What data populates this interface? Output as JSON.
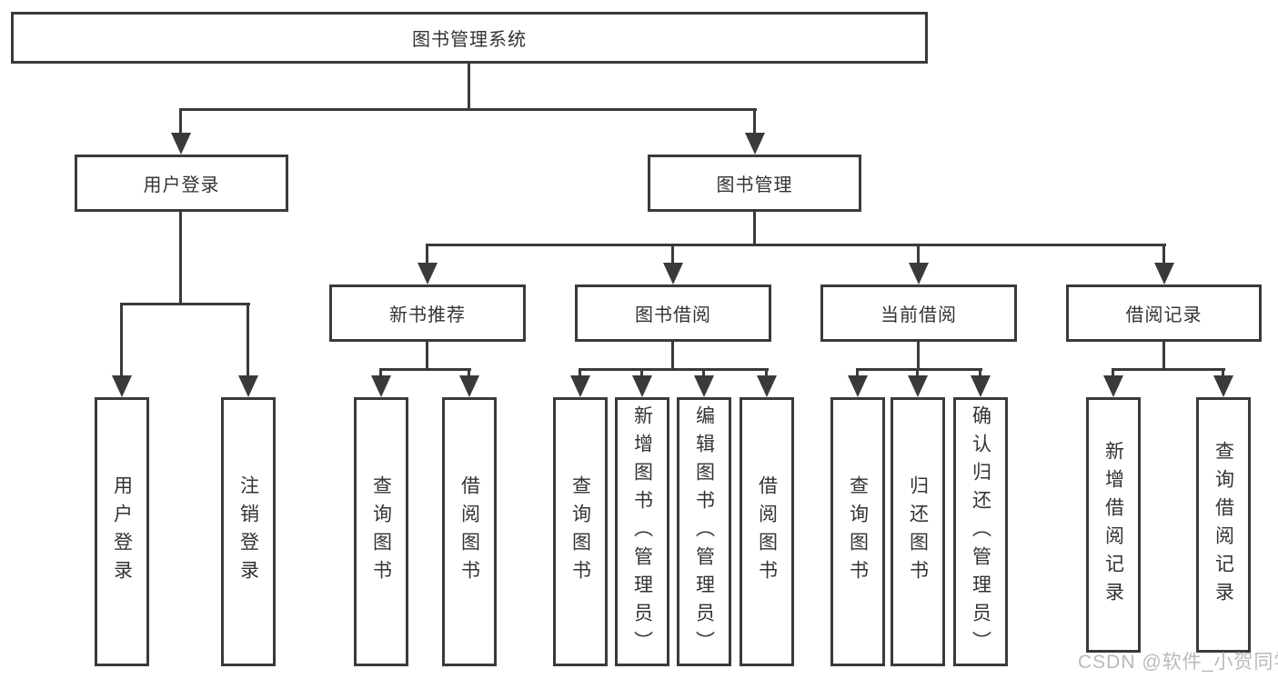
{
  "diagram": {
    "tree": {
      "label": "图书管理系统",
      "children": [
        {
          "label": "用户登录",
          "children": [
            {
              "label": "用户登录"
            },
            {
              "label": "注销登录"
            }
          ]
        },
        {
          "label": "图书管理",
          "children": [
            {
              "label": "新书推荐",
              "children": [
                {
                  "label": "查询图书"
                },
                {
                  "label": "借阅图书"
                }
              ]
            },
            {
              "label": "图书借阅",
              "children": [
                {
                  "label": "查询图书"
                },
                {
                  "label": "新增图书（管理员）"
                },
                {
                  "label": "编辑图书（管理员）"
                },
                {
                  "label": "借阅图书"
                }
              ]
            },
            {
              "label": "当前借阅",
              "children": [
                {
                  "label": "查询图书"
                },
                {
                  "label": "归还图书"
                },
                {
                  "label": "确认归还（管理员）"
                }
              ]
            },
            {
              "label": "借阅记录",
              "children": [
                {
                  "label": "新增借阅记录"
                },
                {
                  "label": "查询借阅记录"
                }
              ]
            }
          ]
        }
      ]
    }
  },
  "watermark": {
    "text": "CSDN @软件_小贺同学"
  },
  "colors": {
    "line": "#3a3a3c",
    "box_border": "#3a3a3c",
    "text": "#333333",
    "watermark": "#b3b3b3",
    "background": "#ffffff"
  }
}
